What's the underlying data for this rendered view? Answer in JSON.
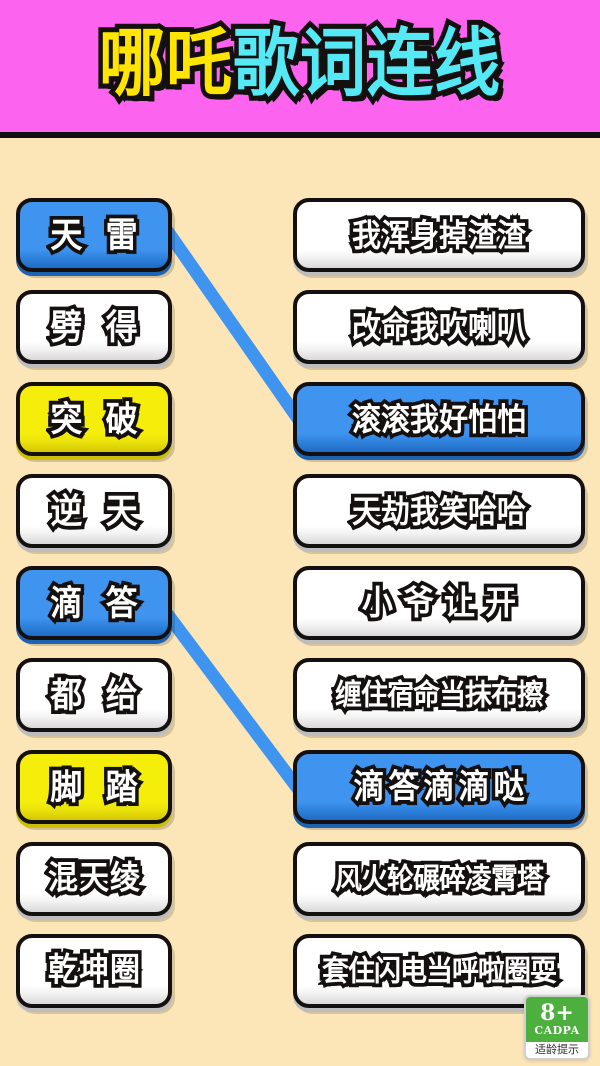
{
  "header": {
    "title_part_1": "哪吒",
    "title_part_2": "歌词连线",
    "bg_color": "#fc64f0",
    "part1_color": "#ffe500",
    "part2_color": "#55e8f5"
  },
  "board": {
    "bg_color": "#fce6b8",
    "line_color": "#3f94f0"
  },
  "left_column": [
    {
      "label": "天 雷",
      "state": "blue",
      "selected": true
    },
    {
      "label": "劈 得",
      "state": "white",
      "selected": false
    },
    {
      "label": "突 破",
      "state": "yellow",
      "selected": false
    },
    {
      "label": "逆 天",
      "state": "white",
      "selected": false
    },
    {
      "label": "滴 答",
      "state": "blue",
      "selected": true
    },
    {
      "label": "都 给",
      "state": "white",
      "selected": false
    },
    {
      "label": "脚 踏",
      "state": "yellow",
      "selected": false
    },
    {
      "label": "混天绫",
      "state": "white",
      "selected": false
    },
    {
      "label": "乾坤圈",
      "state": "white",
      "selected": false
    }
  ],
  "right_column": [
    {
      "label": "我浑身掉渣渣",
      "state": "white",
      "selected": false
    },
    {
      "label": "改命我吹喇叭",
      "state": "white",
      "selected": false
    },
    {
      "label": "滚滚我好怕怕",
      "state": "blue",
      "selected": true
    },
    {
      "label": "天劫我笑哈哈",
      "state": "white",
      "selected": false
    },
    {
      "label": "小爷让开",
      "state": "white",
      "selected": false
    },
    {
      "label": "缠住宿命当抹布擦",
      "state": "white",
      "selected": false
    },
    {
      "label": "滴答滴滴哒",
      "state": "blue",
      "selected": true
    },
    {
      "label": "风火轮碾碎凌霄塔",
      "state": "white",
      "selected": false
    },
    {
      "label": "套住闪电当呼啦圈耍",
      "state": "white",
      "selected": false
    }
  ],
  "connections": [
    {
      "from": "天 雷",
      "to": "滚滚我好怕怕"
    },
    {
      "from": "滴 答",
      "to": "滴答滴滴哒"
    }
  ],
  "rating_badge": {
    "age": "8+",
    "org": "CADPA",
    "note": "适龄提示",
    "color": "#4caf3e"
  }
}
